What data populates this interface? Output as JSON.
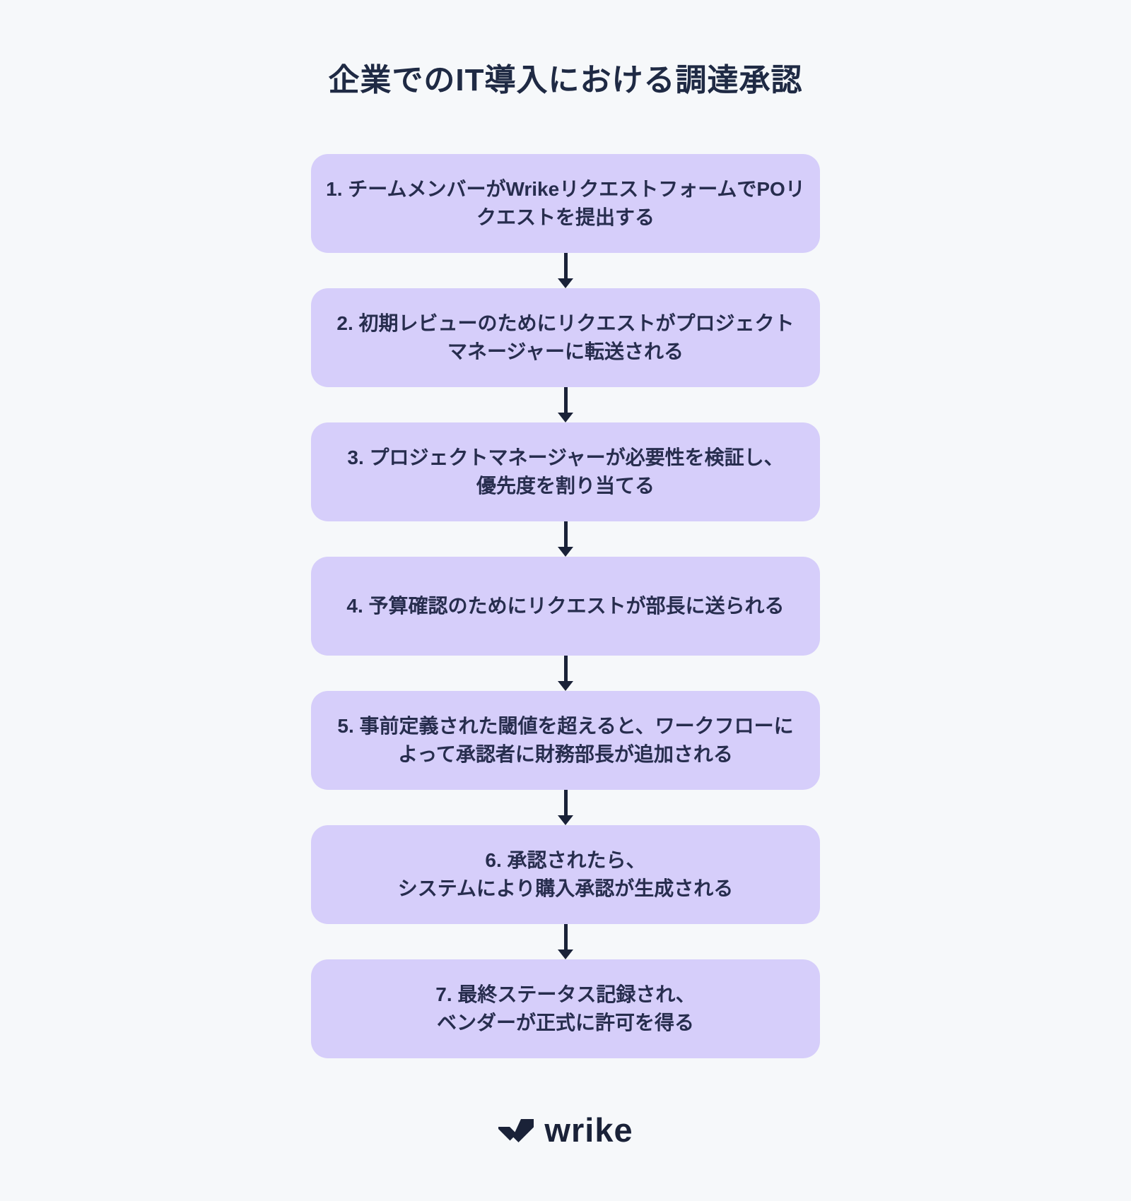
{
  "title": "企業でのIT導入における調達承認",
  "flow": {
    "steps": [
      {
        "text": "1. チームメンバーがWrikeリクエストフォームでPOリ\nクエストを提出する"
      },
      {
        "text": "2. 初期レビューのためにリクエストがプロジェクト\nマネージャーに転送される"
      },
      {
        "text": "3. プロジェクトマネージャーが必要性を検証し、\n優先度を割り当てる"
      },
      {
        "text": "4. 予算確認のためにリクエストが部長に送られる"
      },
      {
        "text": "5. 事前定義された閾値を超えると、ワークフローに\nよって承認者に財務部長が追加される"
      },
      {
        "text": "6. 承認されたら、\nシステムにより購入承認が生成される"
      },
      {
        "text": "7. 最終ステータス記録され、\nベンダーが正式に許可を得る"
      }
    ]
  },
  "logo": {
    "brand": "wrike"
  },
  "colors": {
    "background": "#F6F8FA",
    "step_fill": "#D6CEFA",
    "text": "#272D4E",
    "title": "#1F2A44",
    "arrow": "#1A2238"
  }
}
